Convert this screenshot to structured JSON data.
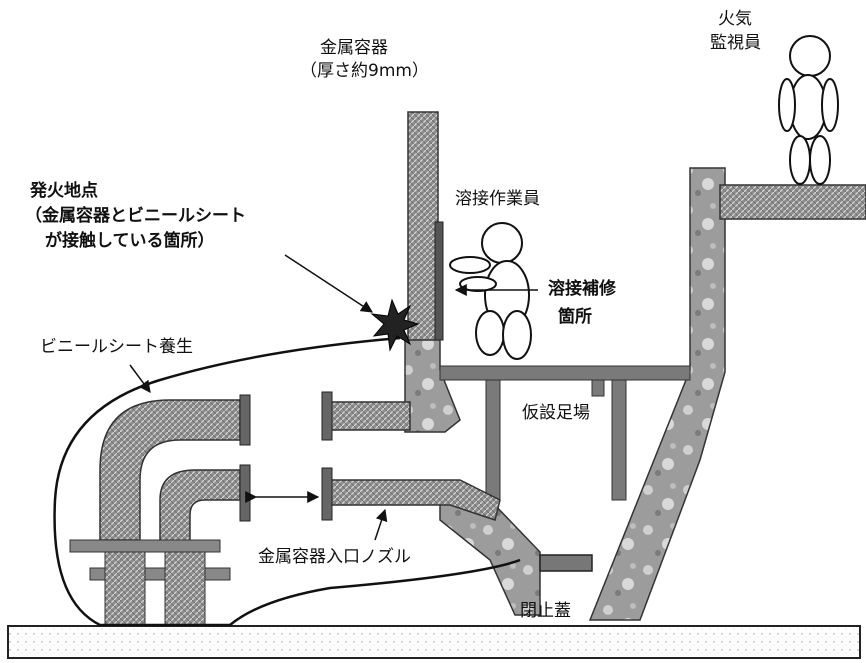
{
  "labels": {
    "metal_vessel": "金属容器",
    "thickness": "（厚さ約9mm）",
    "fire_watcher_1": "火気",
    "fire_watcher_2": "監視員",
    "ignition_point": "発火地点",
    "ignition_desc_1": "（金属容器とビニールシート",
    "ignition_desc_2": "が接触している箇所）",
    "welder": "溶接作業員",
    "repair_1": "溶接補修",
    "repair_2": "箇所",
    "vinyl_sheet": "ビニールシート養生",
    "scaffold": "仮設足場",
    "nozzle": "金属容器入口ノズル",
    "closing_lid": "閉止蓋"
  },
  "colors": {
    "ink": "#111111",
    "metal_fill": "#9a9a9a",
    "spark": "#222222"
  }
}
